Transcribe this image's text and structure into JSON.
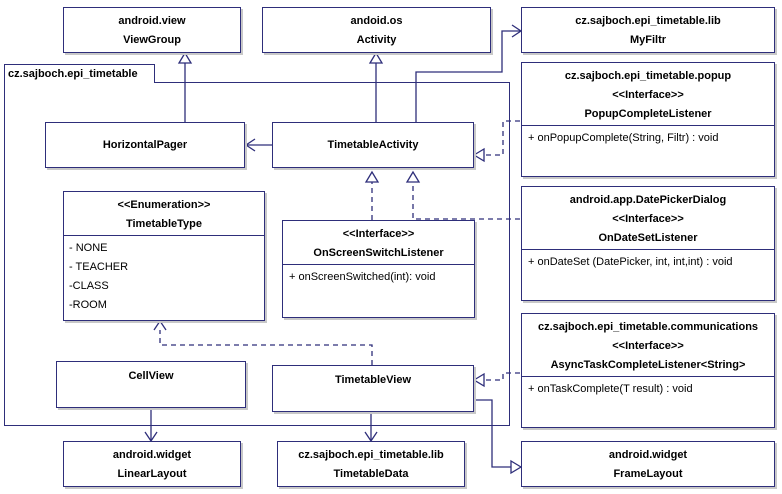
{
  "package": {
    "name": "cz.sajboch.epi_timetable"
  },
  "boxes": {
    "viewgroup": {
      "pkg": "android.view",
      "name": "ViewGroup"
    },
    "activity": {
      "pkg": "andoid.os",
      "name": "Activity"
    },
    "myfiltr": {
      "pkg": "cz.sajboch.epi_timetable.lib",
      "name": "MyFiltr"
    },
    "popup": {
      "pkg": "cz.sajboch.epi_timetable.popup",
      "stereotype": "<<Interface>>",
      "name": "PopupCompleteListener",
      "members": [
        "+ onPopupComplete(String, Filtr) : void"
      ]
    },
    "horizontalpager": {
      "name": "HorizontalPager"
    },
    "timetableactivity": {
      "name": "TimetableActivity"
    },
    "datepicker": {
      "pkg": "android.app.DatePickerDialog",
      "stereotype": "<<Interface>>",
      "name": "OnDateSetListener",
      "members": [
        "+ onDateSet (DatePicker, int, int,int) : void"
      ]
    },
    "timetabletype": {
      "stereotype": "<<Enumeration>>",
      "name": "TimetableType",
      "members": [
        "- NONE",
        "- TEACHER",
        "-CLASS",
        "-ROOM"
      ]
    },
    "onscreenswitch": {
      "stereotype": "<<Interface>>",
      "name": "OnScreenSwitchListener",
      "members": [
        "+ onScreenSwitched(int): void"
      ]
    },
    "asynctask": {
      "pkg": "cz.sajboch.epi_timetable.communications",
      "stereotype": "<<Interface>>",
      "name": "AsyncTaskCompleteListener<String>",
      "members": [
        "+ onTaskComplete(T result) : void"
      ]
    },
    "cellview": {
      "name": "CellView"
    },
    "timetableview": {
      "name": "TimetableView"
    },
    "linearlayout": {
      "pkg": "android.widget",
      "name": "LinearLayout"
    },
    "timetabledata": {
      "pkg": "cz.sajboch.epi_timetable.lib",
      "name": "TimetableData"
    },
    "framelayout": {
      "pkg": "android.widget",
      "name": "FrameLayout"
    }
  },
  "colors": {
    "line": "#2e2e7a",
    "border": "#2e2e7a",
    "shadow": "#c8c8c8"
  }
}
